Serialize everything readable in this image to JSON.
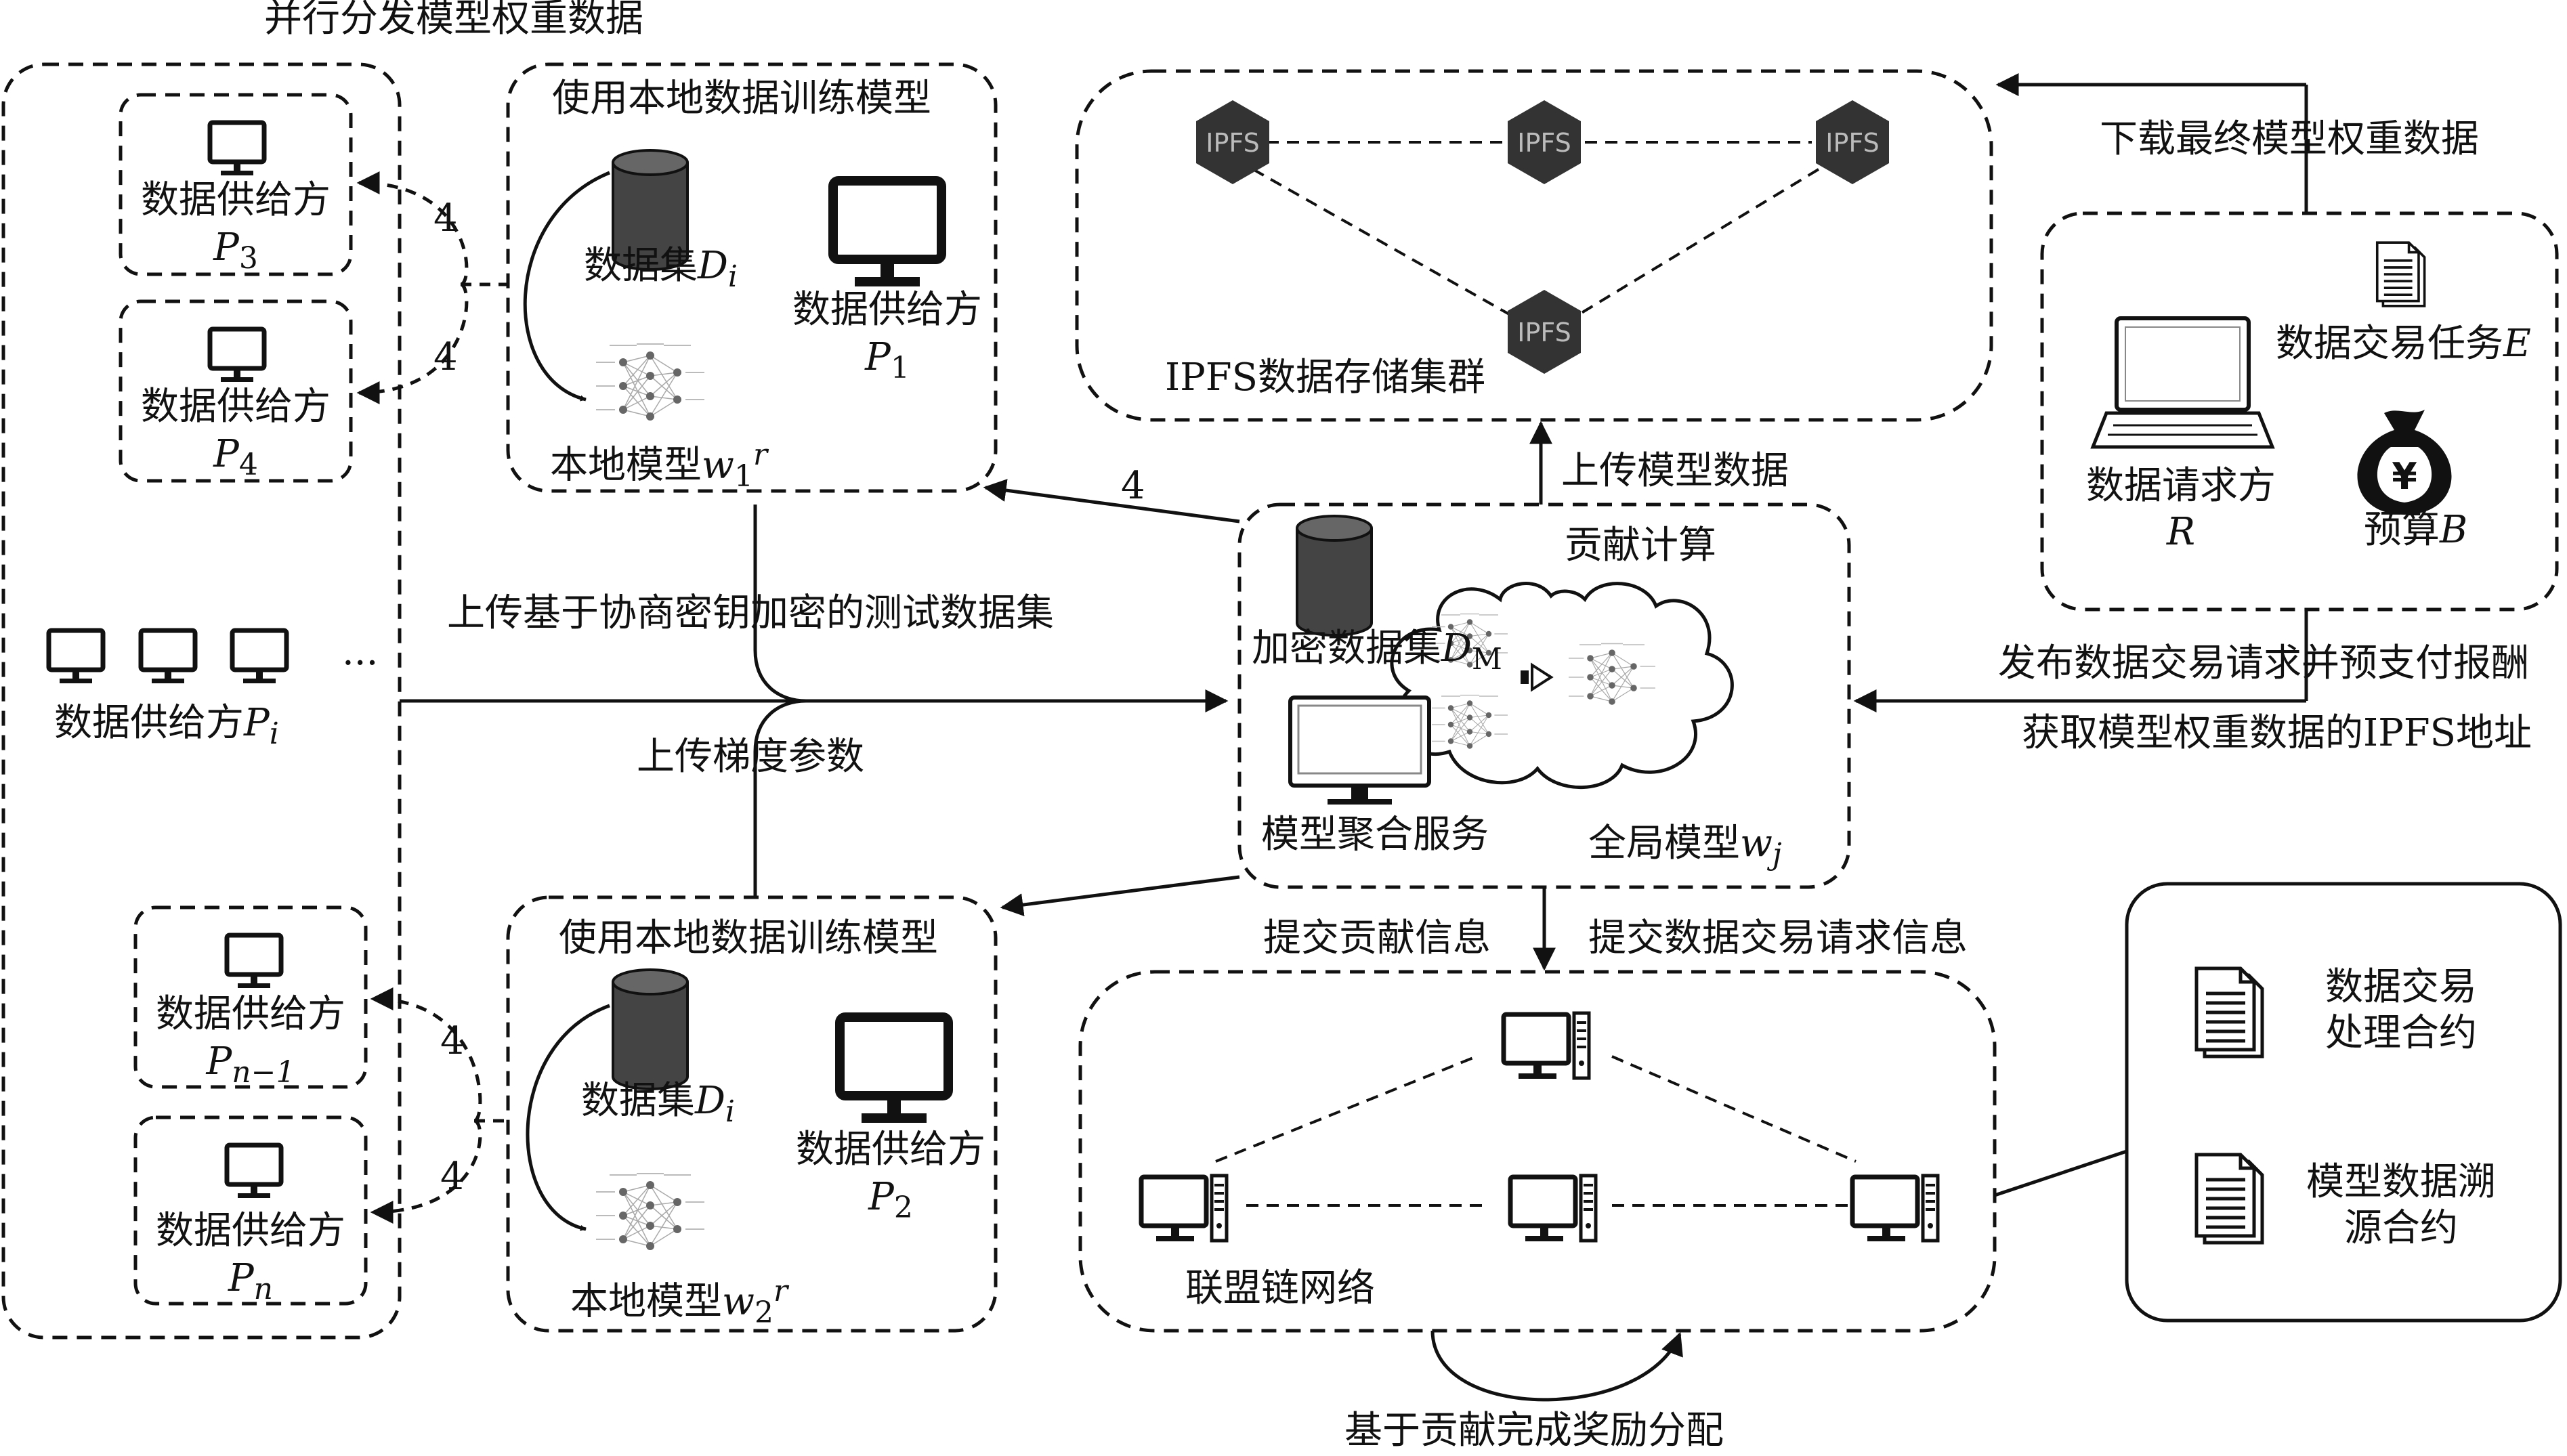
{
  "labels": {
    "parallel_distribute": "并行分发模型权重数据",
    "train_local": "使用本地数据训练模型",
    "dataset": "数据集",
    "local_model": "本地模型",
    "provider": "数据供给方",
    "upload_test_dataset": "上传基于协商密钥加密的测试数据集",
    "upload_gradient": "上传梯度参数",
    "encrypted_dataset": "加密数据集",
    "model_aggregation": "模型聚合服务",
    "global_model": "全局模型",
    "contribution_calc": "贡献计算",
    "upload_model_data": "上传模型数据",
    "ipfs_cluster": "IPFS数据存储集群",
    "ipfs_node": "IPFS",
    "download_final": "下载最终模型权重数据",
    "trade_task": "数据交易任务",
    "requester": "数据请求方",
    "budget": "预算",
    "publish_request": "发布数据交易请求并预支付报酬",
    "get_ipfs_addr": "获取模型权重数据的IPFS地址",
    "submit_contribution": "提交贡献信息",
    "submit_request_info": "提交数据交易请求信息",
    "consortium_chain": "联盟链网络",
    "reward_distribution": "基于贡献完成奖励分配",
    "contract_trade_1": "数据交易",
    "contract_trade_2": "处理合约",
    "contract_trace_1": "模型数据溯",
    "contract_trace_2": "源合约",
    "ellipsis": "...",
    "step4": "4",
    "yen": "¥"
  },
  "symbols": {
    "Di": "D",
    "Di_sub": "i",
    "w1": "w",
    "w1_sub": "1",
    "w1_sup": "r",
    "w2": "w",
    "w2_sub": "2",
    "w2_sup": "r",
    "P1": "P",
    "P1_sub": "1",
    "P2": "P",
    "P2_sub": "2",
    "P3": "P",
    "P3_sub": "3",
    "P4": "P",
    "P4_sub": "4",
    "Pi": "P",
    "Pi_sub": "i",
    "Pn1": "P",
    "Pn1_sub": "n−1",
    "Pn": "P",
    "Pn_sub": "n",
    "DM": "D",
    "DM_sub": "M",
    "wj": "w",
    "wj_sub": "j",
    "R": "R",
    "E": "E",
    "B": "B"
  }
}
